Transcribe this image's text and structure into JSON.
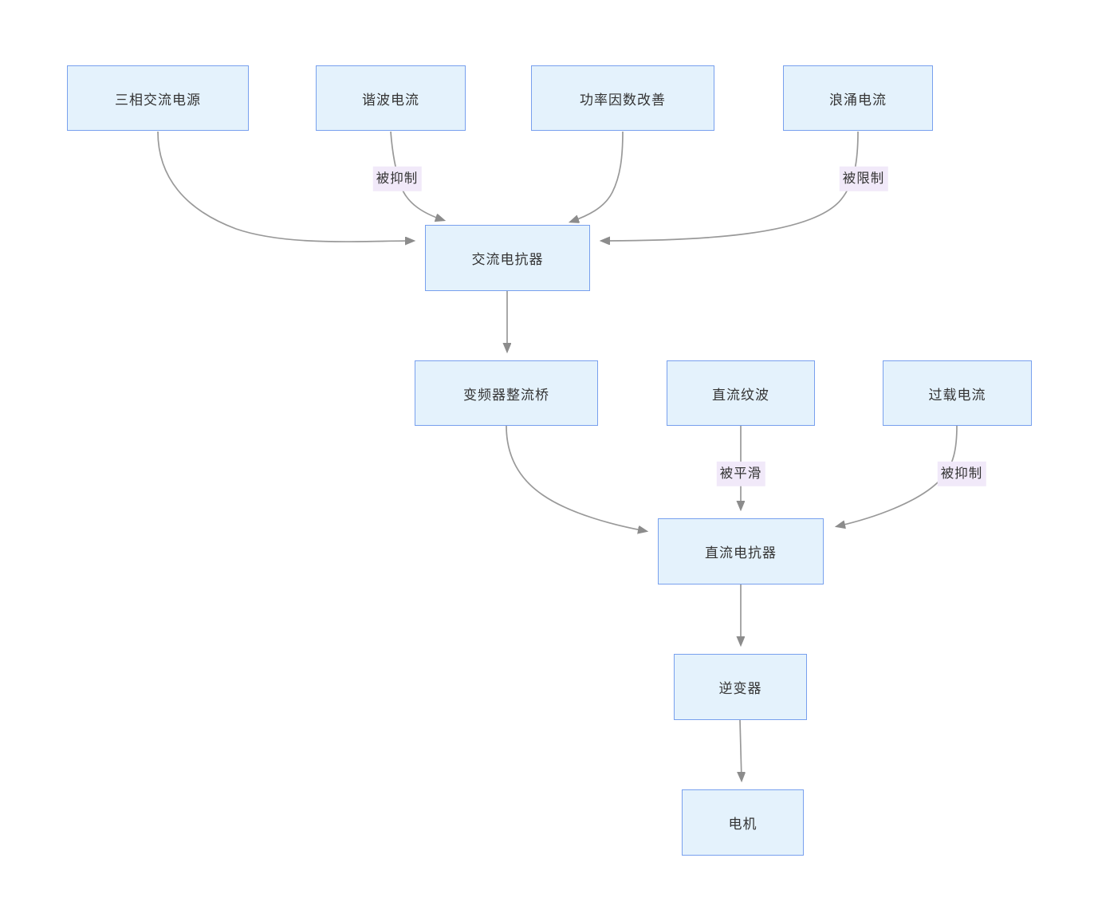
{
  "diagram": {
    "type": "flowchart",
    "direction": "converging-top-down",
    "nodes": [
      {
        "id": "three-phase-ac-source",
        "label": "三相交流电源"
      },
      {
        "id": "harmonic-current",
        "label": "谐波电流"
      },
      {
        "id": "power-factor-improve",
        "label": "功率因数改善"
      },
      {
        "id": "surge-current",
        "label": "浪涌电流"
      },
      {
        "id": "ac-reactor",
        "label": "交流电抗器"
      },
      {
        "id": "vfd-rectifier-bridge",
        "label": "变频器整流桥"
      },
      {
        "id": "dc-ripple",
        "label": "直流纹波"
      },
      {
        "id": "overload-current",
        "label": "过载电流"
      },
      {
        "id": "dc-reactor",
        "label": "直流电抗器"
      },
      {
        "id": "inverter",
        "label": "逆变器"
      },
      {
        "id": "motor",
        "label": "电机"
      }
    ],
    "edges": [
      {
        "from": "三相交流电源",
        "to": "交流电抗器",
        "label": ""
      },
      {
        "from": "谐波电流",
        "to": "交流电抗器",
        "label": "被抑制"
      },
      {
        "from": "功率因数改善",
        "to": "交流电抗器",
        "label": ""
      },
      {
        "from": "浪涌电流",
        "to": "交流电抗器",
        "label": "被限制"
      },
      {
        "from": "交流电抗器",
        "to": "变频器整流桥",
        "label": ""
      },
      {
        "from": "变频器整流桥",
        "to": "直流电抗器",
        "label": ""
      },
      {
        "from": "直流纹波",
        "to": "直流电抗器",
        "label": "被平滑"
      },
      {
        "from": "过载电流",
        "to": "直流电抗器",
        "label": "被抑制"
      },
      {
        "from": "直流电抗器",
        "to": "逆变器",
        "label": ""
      },
      {
        "from": "逆变器",
        "to": "电机",
        "label": ""
      }
    ],
    "colors": {
      "node_fill": "#e4f2fc",
      "node_border": "#78a0ee",
      "node_text": "#333333",
      "edge_line": "#999999",
      "arrow_fill": "#8c8c8c",
      "edge_label_bg": "#f1e9f9",
      "edge_label_text": "#333333",
      "canvas_bg": "#ffffff"
    }
  }
}
